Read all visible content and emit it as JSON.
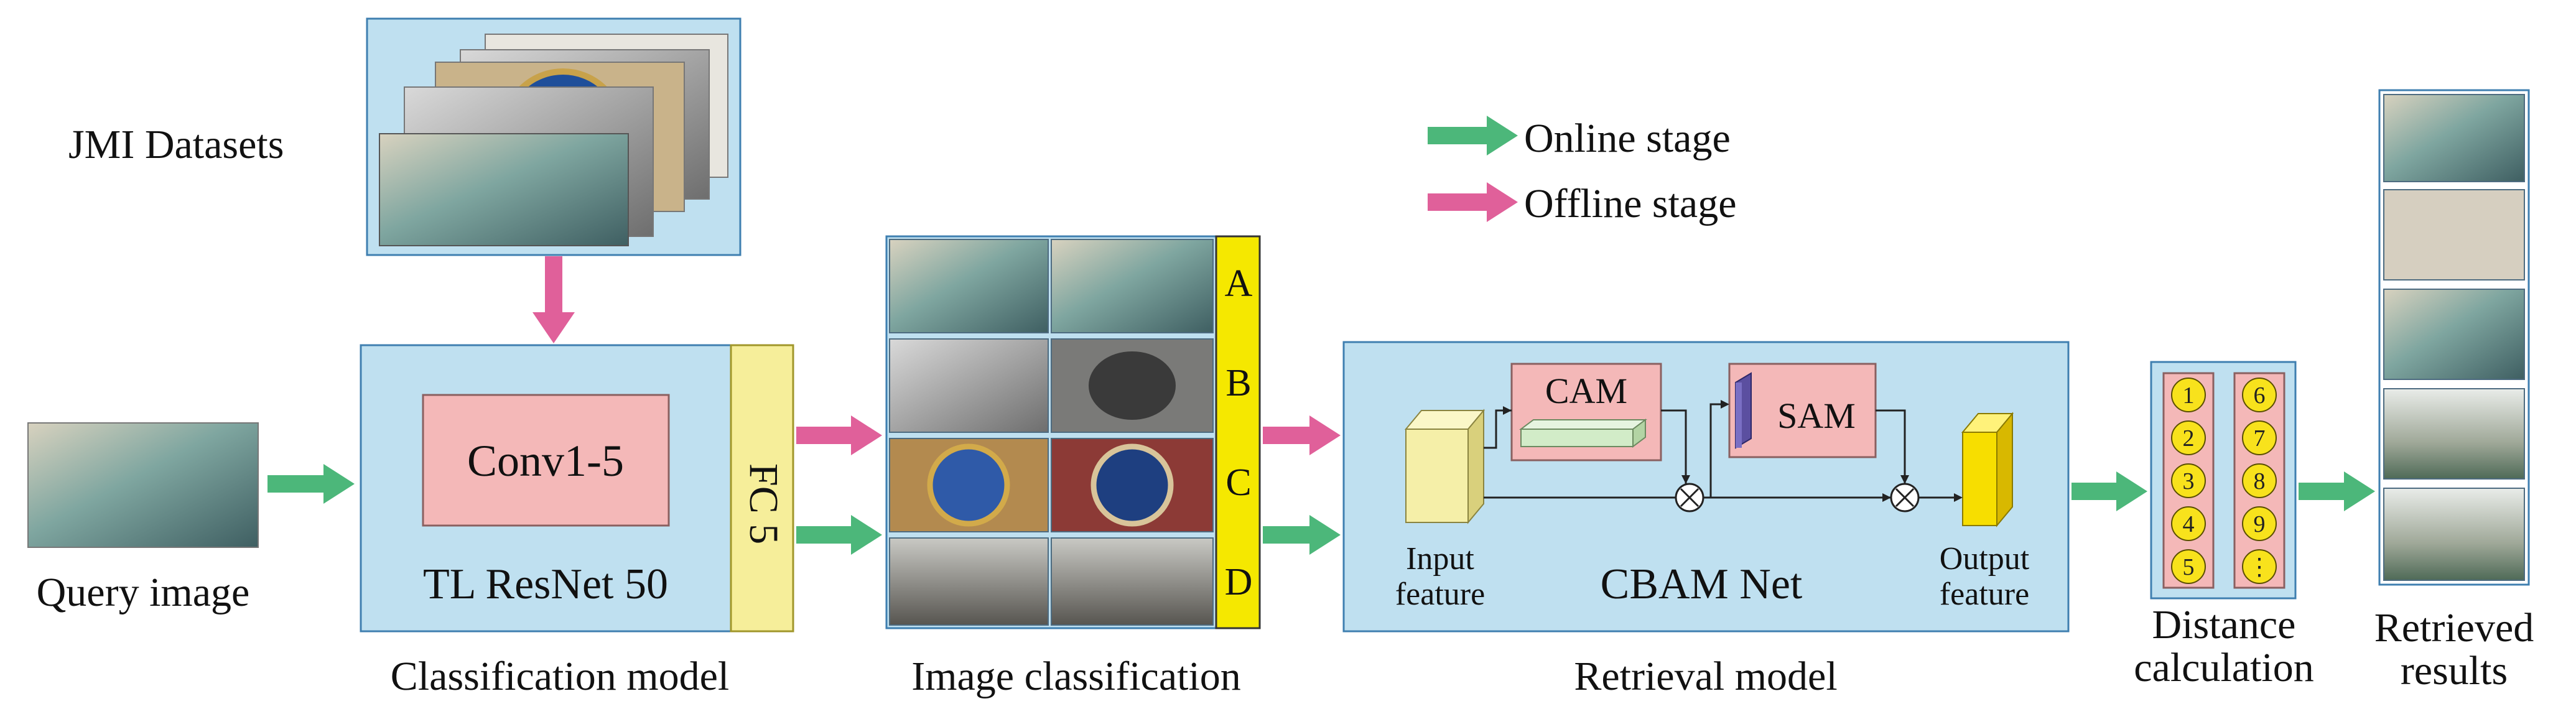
{
  "inputs": {
    "datasets_label": "JMI Datasets",
    "query_label": "Query image"
  },
  "legend": {
    "online": {
      "label": "Online stage",
      "color": "#4cb77a"
    },
    "offline": {
      "label": "Offline stage",
      "color": "#e0609a"
    }
  },
  "classification_model": {
    "conv_label": "Conv1-5",
    "net_label": "TL ResNet 50",
    "fc_label": "FC 5",
    "caption": "Classification model"
  },
  "image_classification": {
    "classes": [
      "A",
      "B",
      "C",
      "D"
    ],
    "caption": "Image classification"
  },
  "retrieval_model": {
    "cam_label": "CAM",
    "sam_label": "SAM",
    "input_label": "Input\nfeature",
    "output_label": "Output\nfeature",
    "net_label": "CBAM Net",
    "caption": "Retrieval model"
  },
  "distance": {
    "left_items": [
      "1",
      "2",
      "3",
      "4",
      "5"
    ],
    "right_items": [
      "6",
      "7",
      "8",
      "9",
      "⋮"
    ],
    "caption": "Distance\ncalculation"
  },
  "results": {
    "caption": "Retrieved\nresults"
  },
  "colors": {
    "box_fill": "#bfe0f0",
    "box_border": "#3f7fb0",
    "pink_box": "#f4b8b8",
    "fc_fill": "#f6ee9a",
    "class_strip": "#f5e800",
    "number_circle": "#f8e21c"
  }
}
